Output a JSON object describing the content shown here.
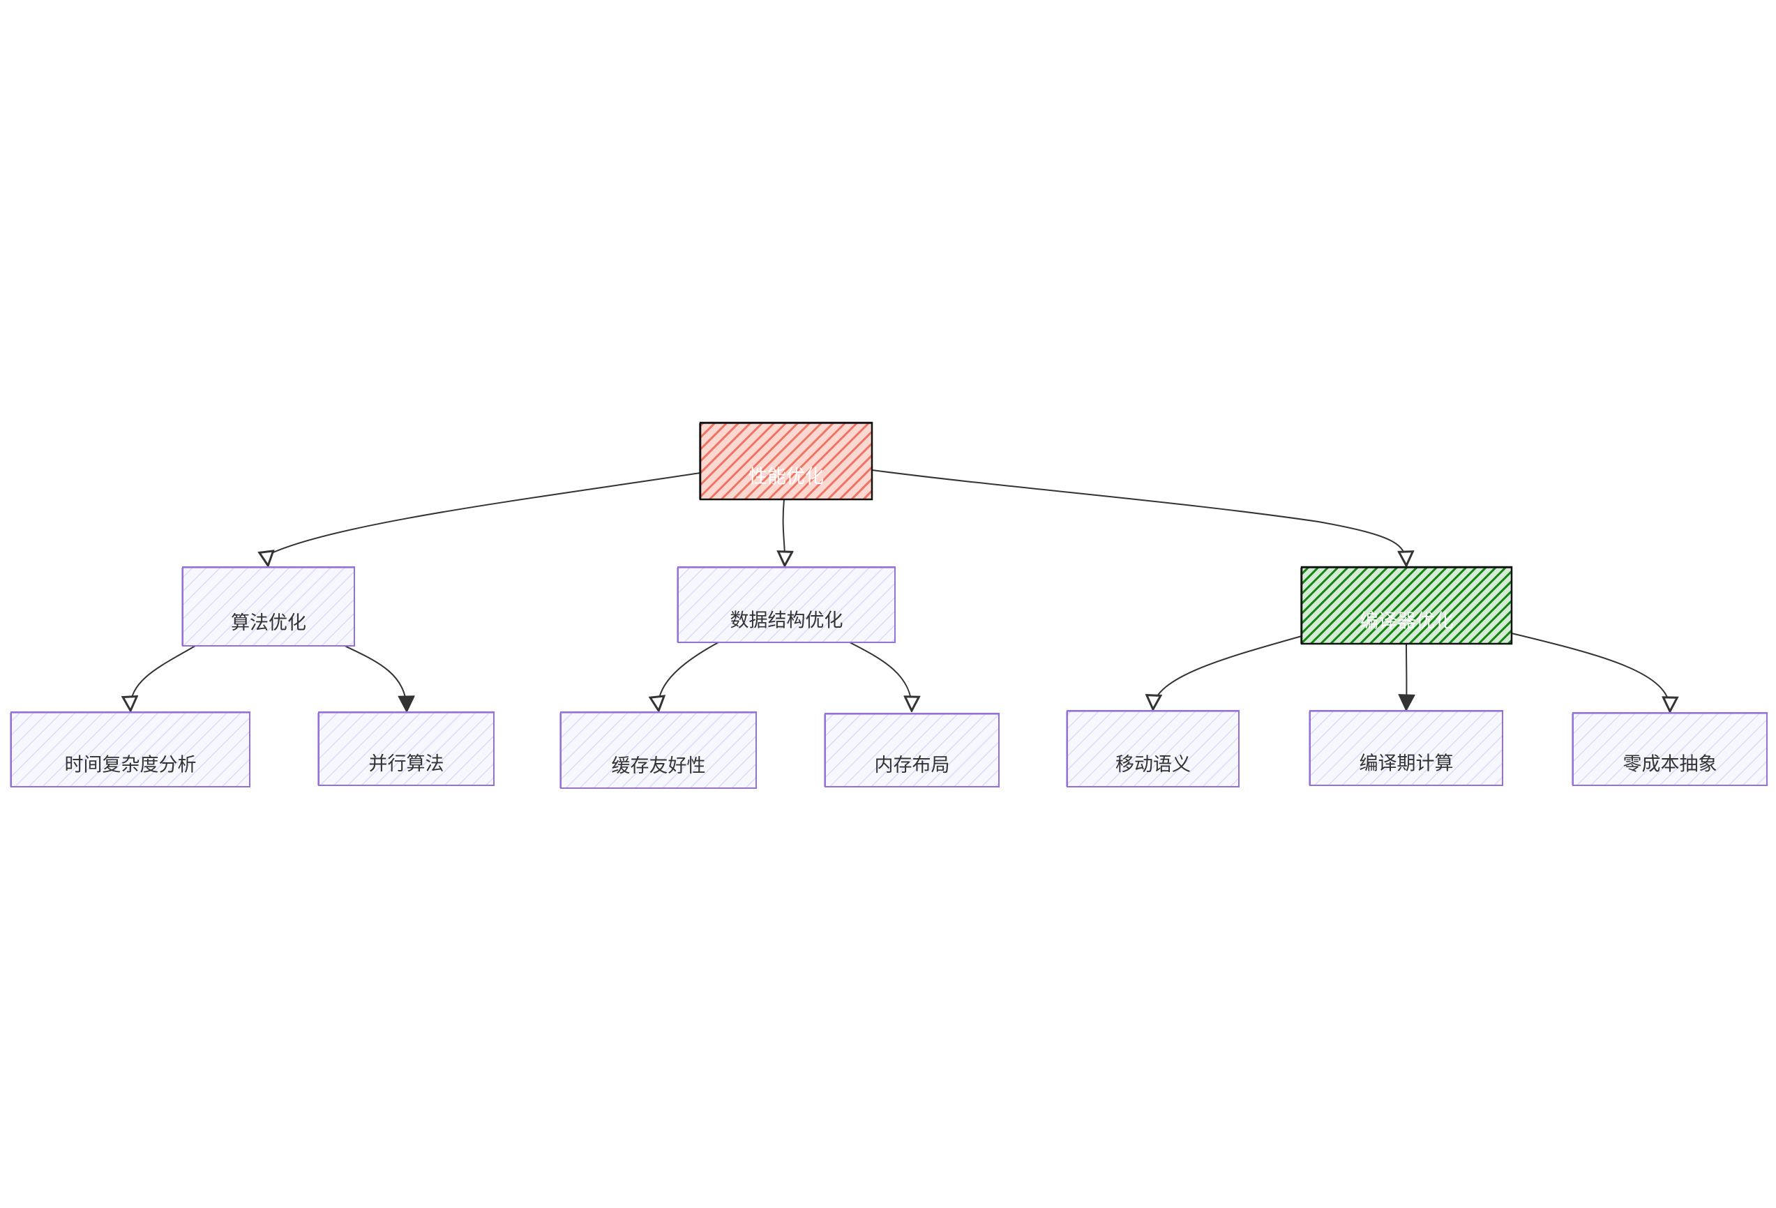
{
  "diagram": {
    "type": "mindmap-tree",
    "colors": {
      "root_fill": "#f07f6e",
      "accent_fill": "#1a8a1a",
      "node_fill": "#ececfd",
      "node_stroke": "#9370db",
      "edge": "#333333",
      "text_dark": "#333333",
      "text_light": "#ffffff"
    },
    "nodes": [
      {
        "id": "root",
        "label": "性能优化",
        "style": "root"
      },
      {
        "id": "algo",
        "label": "算法优化",
        "style": "normal",
        "parent": "root"
      },
      {
        "id": "ds",
        "label": "数据结构优化",
        "style": "normal",
        "parent": "root"
      },
      {
        "id": "compiler",
        "label": "编译器优化",
        "style": "accent",
        "parent": "root"
      },
      {
        "id": "complexity",
        "label": "时间复杂度分析",
        "style": "normal",
        "parent": "algo"
      },
      {
        "id": "parallel",
        "label": "并行算法",
        "style": "normal",
        "parent": "algo"
      },
      {
        "id": "cache",
        "label": "缓存友好性",
        "style": "normal",
        "parent": "ds"
      },
      {
        "id": "memory",
        "label": "内存布局",
        "style": "normal",
        "parent": "ds"
      },
      {
        "id": "move",
        "label": "移动语义",
        "style": "normal",
        "parent": "compiler"
      },
      {
        "id": "constexpr",
        "label": "编译期计算",
        "style": "normal",
        "parent": "compiler"
      },
      {
        "id": "coroutine",
        "label": "零成本抽象",
        "style": "normal",
        "parent": "compiler"
      }
    ]
  }
}
